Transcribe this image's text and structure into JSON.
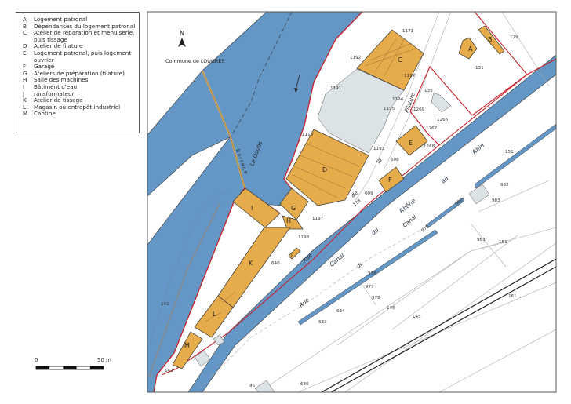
{
  "legend": [
    {
      "key": "A",
      "label": "Logement patronal"
    },
    {
      "key": "B",
      "label": "Dépendances du logement patronal"
    },
    {
      "key": "C",
      "label": "Atelier de réparation et menuiserie, puis tissage"
    },
    {
      "key": "D",
      "label": "Atelier de filature"
    },
    {
      "key": "E",
      "label": "Logement patronal, puis logement ouvrier"
    },
    {
      "key": "F",
      "label": "Garage"
    },
    {
      "key": "G",
      "label": "Ateliers de préparation (filature)"
    },
    {
      "key": "H",
      "label": "Salle des machines"
    },
    {
      "key": "I",
      "label": "Bâtiment d'eau"
    },
    {
      "key": "J",
      "label": "ransformateur"
    },
    {
      "key": "K",
      "label": "Atelier de tissage"
    },
    {
      "key": "L",
      "label": "Magasin ou entrepôt industriel"
    },
    {
      "key": "M",
      "label": "Cantine"
    }
  ],
  "scale": {
    "start": "0",
    "end": "50 m"
  },
  "map": {
    "north": "N",
    "commune": "Commune de LOUGRES",
    "river": "Le Doubs",
    "dam": "Barrage",
    "canal_words": [
      "Canal",
      "du",
      "Rhône",
      "au",
      "Rhin"
    ],
    "street_filature": [
      "Rue",
      "de",
      "la",
      "Filature"
    ],
    "street_canal": [
      "Rue",
      "du",
      "Canal"
    ],
    "parcels": [
      "1171",
      "1192",
      "1117",
      "1191",
      "1194",
      "1195",
      "1269",
      "135",
      "1266",
      "1267",
      "1268",
      "1193",
      "608",
      "609",
      "138",
      "1114",
      "1197",
      "1198",
      "640",
      "141",
      "142",
      "96",
      "630",
      "633",
      "634",
      "977",
      "978",
      "976",
      "146",
      "145",
      "161",
      "151",
      "983",
      "983",
      "982",
      "151",
      "129",
      "131",
      "979",
      "980"
    ],
    "colors": {
      "water": "#6497c6",
      "building": "#e6ac4c",
      "boundary": "#c8202a",
      "annex": "#dbe3e6"
    }
  }
}
